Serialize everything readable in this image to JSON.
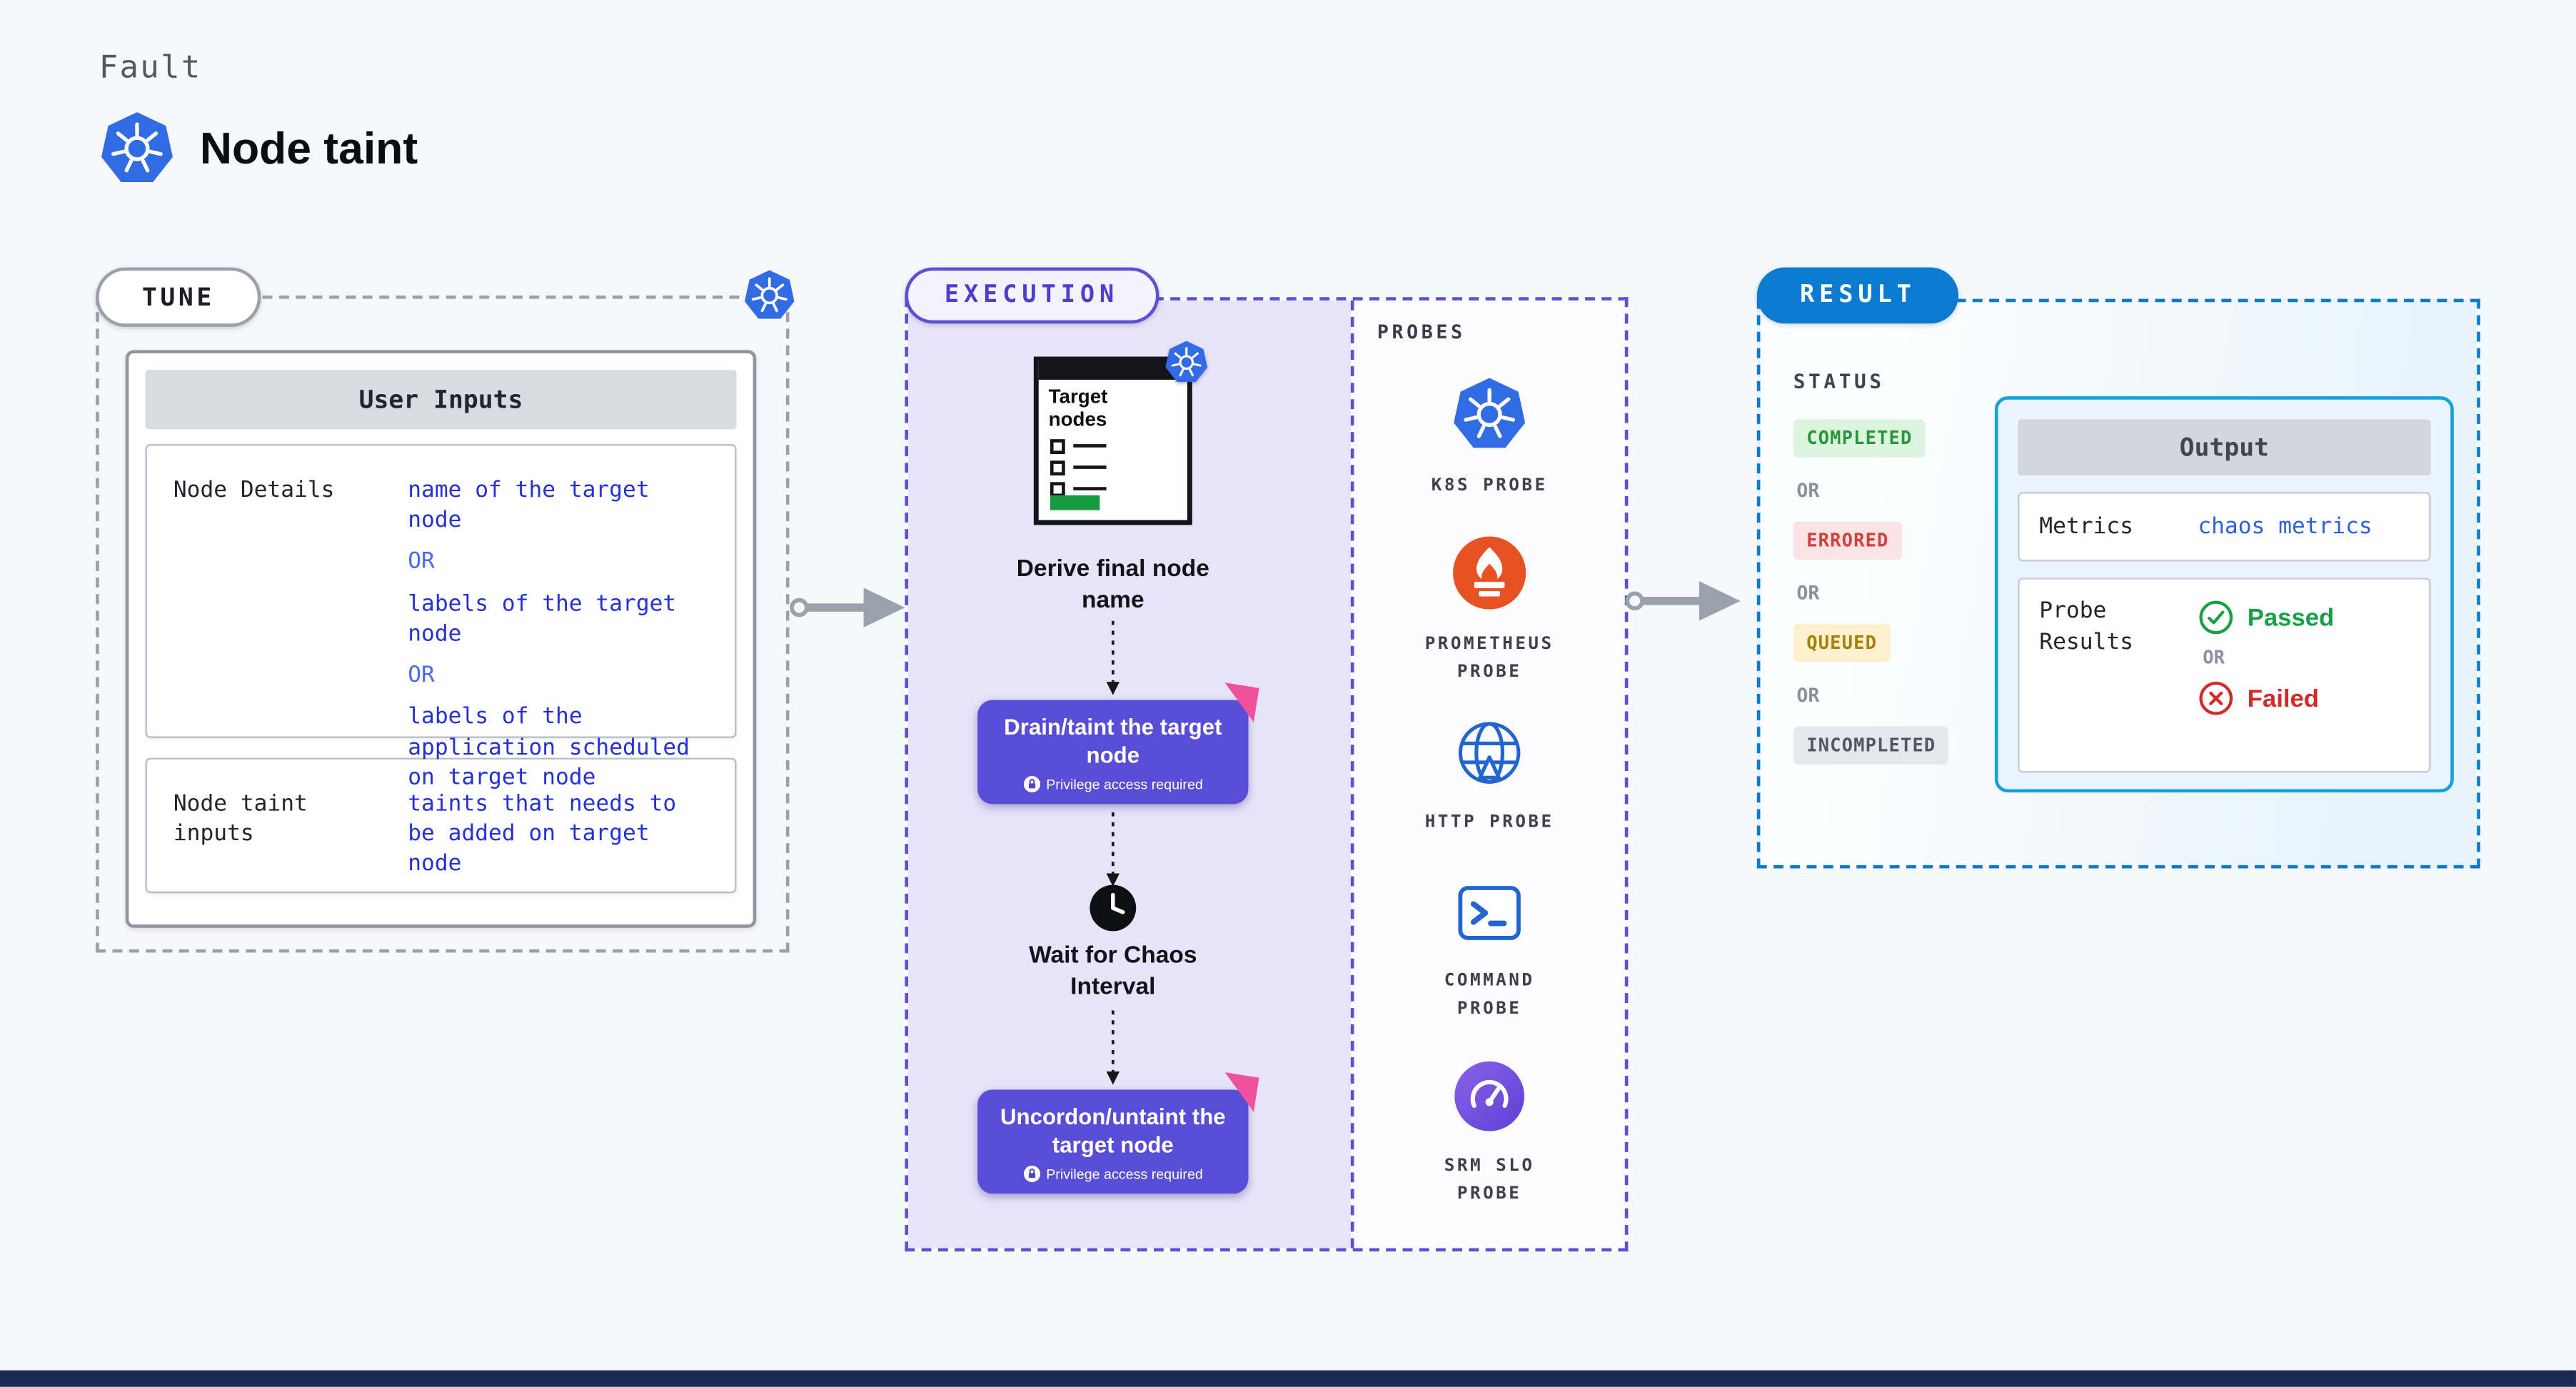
{
  "page": {
    "kicker": "Fault",
    "title": "Node taint"
  },
  "colors": {
    "accent_purple": "#584dd6",
    "accent_blue": "#0b7bd2",
    "kubernetes_blue": "#326ce5",
    "lavender_bg": "#e7e4fa",
    "value_blue": "#2430d8",
    "or_blue": "#4a68f0",
    "success_green": "#17a047",
    "error_red": "#d42a2a",
    "queued_amber": "#a88104",
    "incompleted_gray": "#53565f",
    "link_blue": "#2e5fe0",
    "prometheus_orange": "#e75225",
    "srm_purple": "#7d57e0",
    "bottom_bar_navy": "#1c2950"
  },
  "tune": {
    "label": "TUNE",
    "panel_title": "User Inputs",
    "or": "OR",
    "node_details": {
      "label": "Node Details",
      "options": [
        "name of the target node",
        "labels of the target node",
        "labels of the application scheduled on target node"
      ]
    },
    "taint_inputs": {
      "label": "Node taint inputs",
      "value": "taints that needs to be added on target node"
    }
  },
  "execution": {
    "label": "EXECUTION",
    "checklist_title": "Target nodes",
    "steps": {
      "derive_caption": "Derive final node name",
      "drain_title": "Drain/taint the target node",
      "wait_caption": "Wait for Chaos Interval",
      "uncordon_title": "Uncordon/untaint the target node",
      "privilege_note": "Privilege access required"
    },
    "probes": {
      "label": "PROBES",
      "items": [
        "K8S PROBE",
        "PROMETHEUS PROBE",
        "HTTP PROBE",
        "COMMAND PROBE",
        "SRM SLO PROBE"
      ]
    }
  },
  "result": {
    "label": "RESULT",
    "status_label": "STATUS",
    "or": "OR",
    "statuses": [
      "COMPLETED",
      "ERRORED",
      "QUEUED",
      "INCOMPLETED"
    ],
    "output": {
      "title": "Output",
      "metrics_label": "Metrics",
      "metrics_value": "chaos metrics",
      "probe_results_label": "Probe Results",
      "passed": "Passed",
      "failed": "Failed"
    }
  }
}
